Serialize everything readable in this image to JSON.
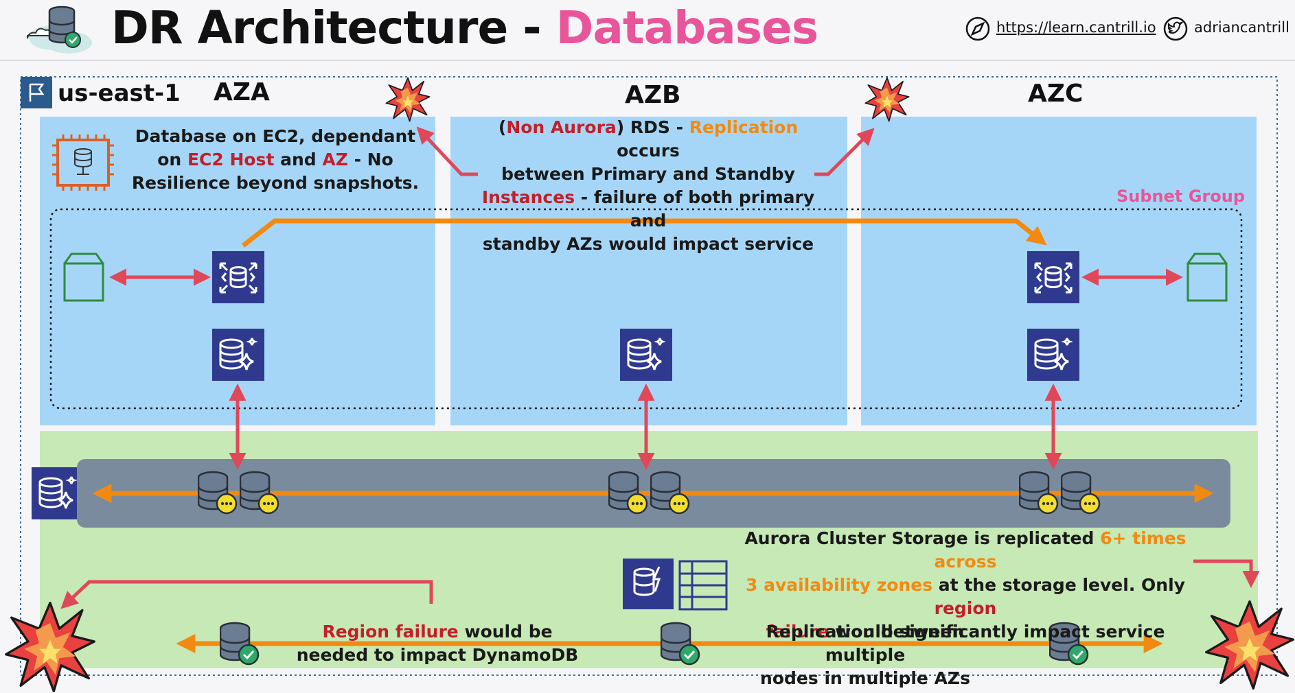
{
  "header": {
    "title_main": "DR Architecture - ",
    "title_accent": "Databases",
    "link_url": "https://learn.cantrill.io",
    "twitter_handle": "adriancantrill"
  },
  "region": {
    "name": "us-east-1"
  },
  "azs": [
    {
      "label": "AZA"
    },
    {
      "label": "AZB"
    },
    {
      "label": "AZC"
    }
  ],
  "subnet_group_label": "Subnet Group",
  "notes": {
    "ec2": {
      "p1": "Database on EC2, dependant",
      "p2": "on ",
      "p3": "EC2 Host",
      "p4": " and ",
      "p5": "AZ",
      "p6": " - No",
      "p7": "Resilience beyond snapshots."
    },
    "rds": {
      "p1": "(",
      "p2": "Non Aurora",
      "p3": ") RDS - ",
      "p4": "Replication",
      "p5": " occurs",
      "p6": "between Primary and Standby",
      "p7": "Instances",
      "p8": " - failure of both primary and",
      "p9": "standby AZs would impact service"
    },
    "aurora": {
      "p1": "Aurora Cluster Storage is replicated ",
      "p2": "6+ times across",
      "p3": "3 availability zones",
      "p4": " at the storage level. Only ",
      "p5": "region",
      "p6": "failure",
      "p7": " would significantly impact service"
    },
    "dynamo_region": {
      "p1": "Region failure",
      "p2": " would be",
      "p3": "needed to impact DynamoDB"
    },
    "dynamo_replication": {
      "p1": "Replication between multiple",
      "p2": "nodes in multiple AZs"
    }
  },
  "colors": {
    "accent_pink": "#e8559a",
    "accent_red": "#c21f2a",
    "accent_orange": "#f28a12",
    "az_fill": "#a6d6f7",
    "storage_fill": "#c6e9b6",
    "storage_bar": "#7a8b9e",
    "icon_navy": "#2f3a8f",
    "arrow_red": "#e0485a"
  },
  "icons": [
    "database-cloud-icon",
    "compass-icon",
    "twitter-icon",
    "region-flag-icon",
    "ec2-chip-icon",
    "ebs-volume-icon",
    "rds-instance-icon",
    "aurora-icon",
    "storage-node-icon",
    "dynamodb-icon",
    "dynamodb-table-icon",
    "explosion-icon"
  ]
}
